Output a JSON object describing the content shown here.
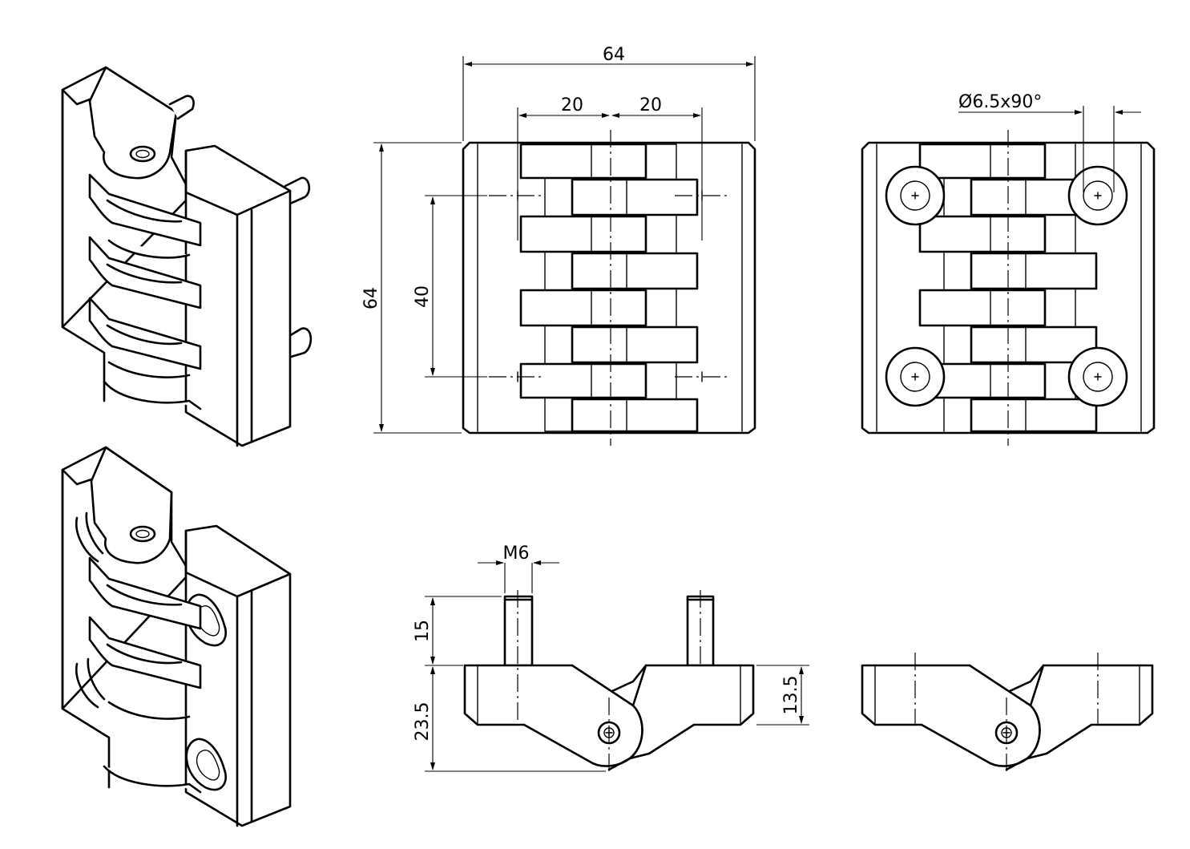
{
  "dimensions": {
    "overall_width": "64",
    "overall_height": "64",
    "pin_offset_left": "20",
    "pin_offset_right": "20",
    "hole_spacing": "40",
    "countersink": "Ø6.5x90°",
    "thread": "M6",
    "pin_length": "15",
    "open_height": "23.5",
    "leaf_height": "13.5"
  }
}
